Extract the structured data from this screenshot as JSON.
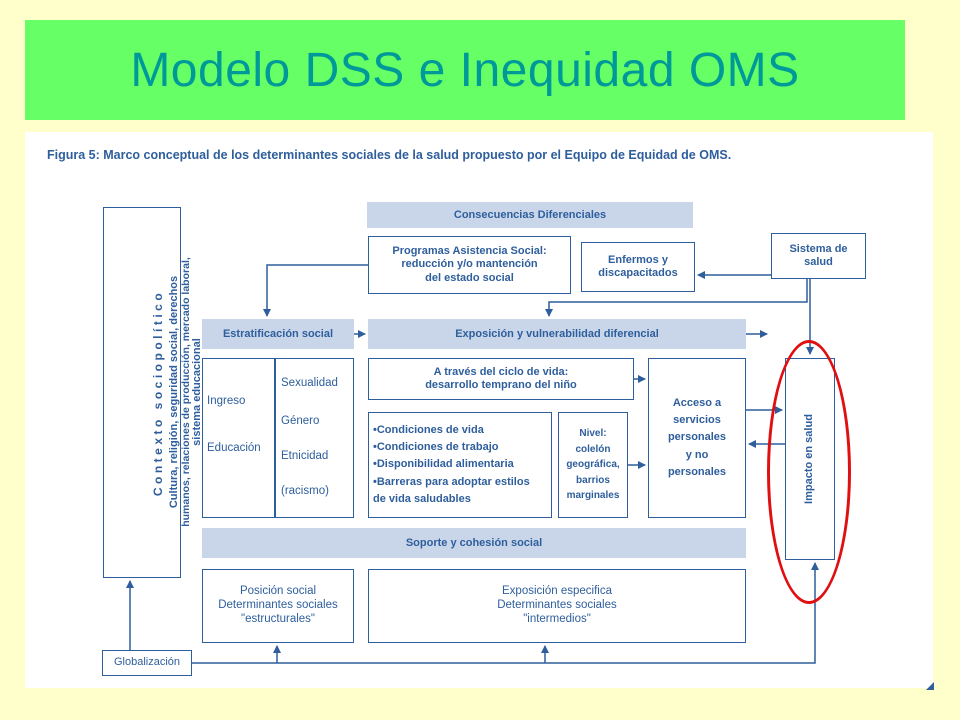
{
  "slide": {
    "title": "Modelo DSS e Inequidad OMS",
    "colors": {
      "background": "#FFFFCC",
      "title_bar": "#66FF66",
      "title_text": "#009999",
      "diagram_blue": "#2E5E9C",
      "band_fill": "#C9D6EA",
      "highlight_red": "#E01010"
    }
  },
  "figure": {
    "caption": "Figura 5:  Marco conceptual de los determinantes sociales de la salud propuesto por el Equipo de Equidad de OMS.",
    "contexto": {
      "title": "Contexto sociopolítico",
      "line1": "Cultura, religión, seguridad social, derechos",
      "line2": "humanos, relaciones de producción, mercado laboral,",
      "line3": "sistema educacional"
    },
    "consecuencias": "Consecuencias Diferenciales",
    "programas": {
      "line1": "Programas Asistencia Social:",
      "line2": "reducción y/o mantención",
      "line3": "del estado social"
    },
    "enfermos": {
      "line1": "Enfermos y",
      "line2": "discapacitados"
    },
    "sistema_salud": {
      "line1": "Sistema de",
      "line2": "salud"
    },
    "estratificacion": "Estratificación social",
    "exposicion_vulnerabilidad": "Exposición y vulnerabilidad diferencial",
    "ingreso": "Ingreso",
    "educacion": "Educación",
    "sexualidad": "Sexualidad",
    "genero": "Género",
    "etnicidad": "Etnicidad",
    "racismo": "(racismo)",
    "ciclo_vida": {
      "line1": "A través del ciclo de vida:",
      "line2": "desarrollo temprano del niño"
    },
    "condiciones": [
      "•Condiciones de vida",
      "•Condiciones de trabajo",
      "•Disponibilidad alimentaria",
      "•Barreras para adoptar estilos",
      "de vida saludables"
    ],
    "nivel": [
      "Nivel:",
      "colelón",
      "geográfica,",
      "barrios",
      "marginales"
    ],
    "acceso": [
      "Acceso a",
      "servicios",
      "personales",
      "y no",
      "personales"
    ],
    "impacto": "Impacto en salud",
    "soporte": "Soporte y cohesión social",
    "posicion": {
      "line1": "Posición social",
      "line2": "Determinantes sociales",
      "line3": "\"estructurales\""
    },
    "exposicion_especifica": {
      "line1": "Exposición especifica",
      "line2": "Determinantes sociales",
      "line3": "\"intermedios\""
    },
    "globalizacion": "Globalización"
  }
}
